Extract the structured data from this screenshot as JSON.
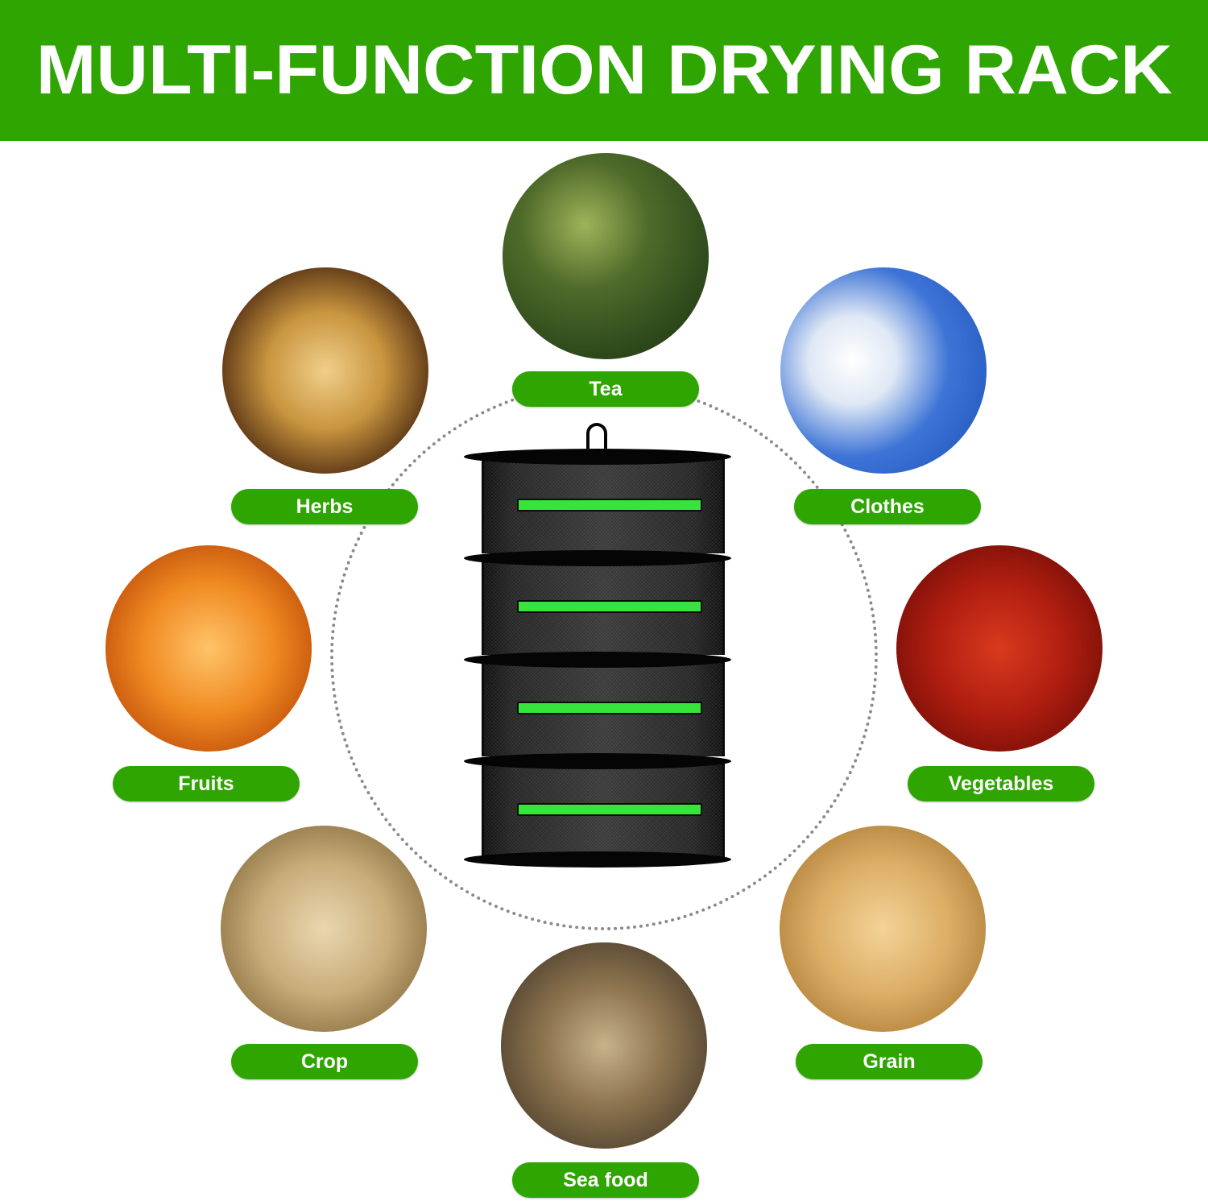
{
  "header": {
    "title": "MULTI-FUNCTION DRYING RACK",
    "background_color": "#2ea500",
    "text_color": "#ffffff"
  },
  "center_product": {
    "name": "4-tier hanging mesh drying rack",
    "tiers": 4,
    "mesh_color": "#1a1a1a",
    "zipper_color": "#37e43c"
  },
  "uses": [
    {
      "id": "tea",
      "label": "Tea",
      "photo": "tea-leaves-photo"
    },
    {
      "id": "herbs",
      "label": "Herbs",
      "photo": "ginseng-roots-photo"
    },
    {
      "id": "clothes",
      "label": "Clothes",
      "photo": "clothes-on-line-photo"
    },
    {
      "id": "fruits",
      "label": "Fruits",
      "photo": "dried-fruit-slices-photo"
    },
    {
      "id": "vegetables",
      "label": "Vegetables",
      "photo": "dried-red-chili-photo"
    },
    {
      "id": "crop",
      "label": "Crop",
      "photo": "dried-root-slices-photo"
    },
    {
      "id": "grain",
      "label": "Grain",
      "photo": "peanuts-photo"
    },
    {
      "id": "seafood",
      "label": "Sea food",
      "photo": "dried-fish-photo"
    }
  ],
  "colors": {
    "accent_green": "#2ea500",
    "ring_dots": "#8a8a8a"
  }
}
